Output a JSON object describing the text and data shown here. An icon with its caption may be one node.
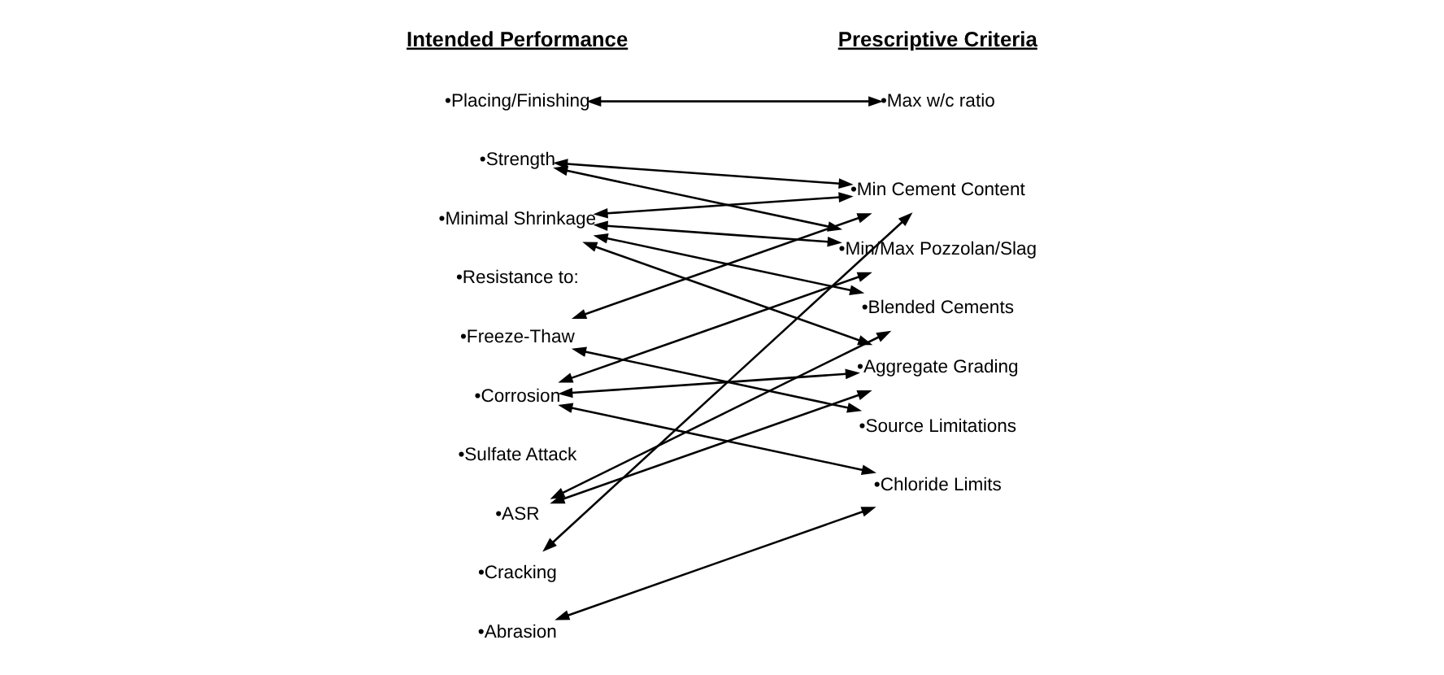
{
  "diagram": {
    "nodes": [
      {
        "text": [
          "•Placing/Finishing"
        ]
      },
      {
        "text": [
          "•Strength"
        ]
      },
      {
        "text": [
          "•Minimal Shrinkage"
        ]
      },
      {
        "text": [
          "•Freeze-Thaw"
        ]
      },
      {
        "text": [
          "•Corrosion"
        ]
      },
      {
        "text": [
          "•ASR"
        ]
      },
      {
        "text": [
          "•Cracking"
        ]
      },
      {
        "text": [
          "•Abrasion"
        ]
      },
      {
        "text": [
          "•Max w/c ratio"
        ]
      },
      {
        "text": [
          "•Min Cement Content"
        ]
      },
      {
        "text": [
          "•Min/Max Pozzolan/Slag"
        ]
      },
      {
        "text": [
          "•Blended Cements"
        ]
      },
      {
        "text": [
          "•Aggregate Grading"
        ]
      },
      {
        "text": [
          "•Source Limitations"
        ]
      },
      {
        "text": [
          "•Chloride Limits"
        ]
      }
    ],
    "edges": [
      {
        "from": 0,
        "to": 8,
        "arrow": "both"
      },
      {
        "from": 1,
        "to": 9,
        "arrow": "both"
      },
      {
        "from": 1,
        "to": 10,
        "arrow": "both"
      },
      {
        "from": 2,
        "to": 9,
        "arrow": "both"
      },
      {
        "from": 2,
        "to": 10,
        "arrow": "both"
      },
      {
        "from": 2,
        "to": 11,
        "arrow": "both"
      },
      {
        "from": 2,
        "to": 12,
        "arrow": "both"
      },
      {
        "from": 3,
        "to": 9,
        "arrow": "both"
      },
      {
        "from": 3,
        "to": 13,
        "arrow": "both"
      },
      {
        "from": 4,
        "to": 10,
        "arrow": "both"
      },
      {
        "from": 4,
        "to": 12,
        "arrow": "both"
      },
      {
        "from": 4,
        "to": 14,
        "arrow": "both"
      },
      {
        "from": 5,
        "to": 11,
        "arrow": "both"
      },
      {
        "from": 5,
        "to": 12,
        "arrow": "both"
      },
      {
        "from": 6,
        "to": 9,
        "arrow": "both"
      },
      {
        "from": 7,
        "to": 14,
        "arrow": "both"
      }
    ],
    "labels": [
      "Intended Performance",
      "Prescriptive Criteria",
      "•Resistance to:",
      "•Sulfate Attack"
    ]
  }
}
